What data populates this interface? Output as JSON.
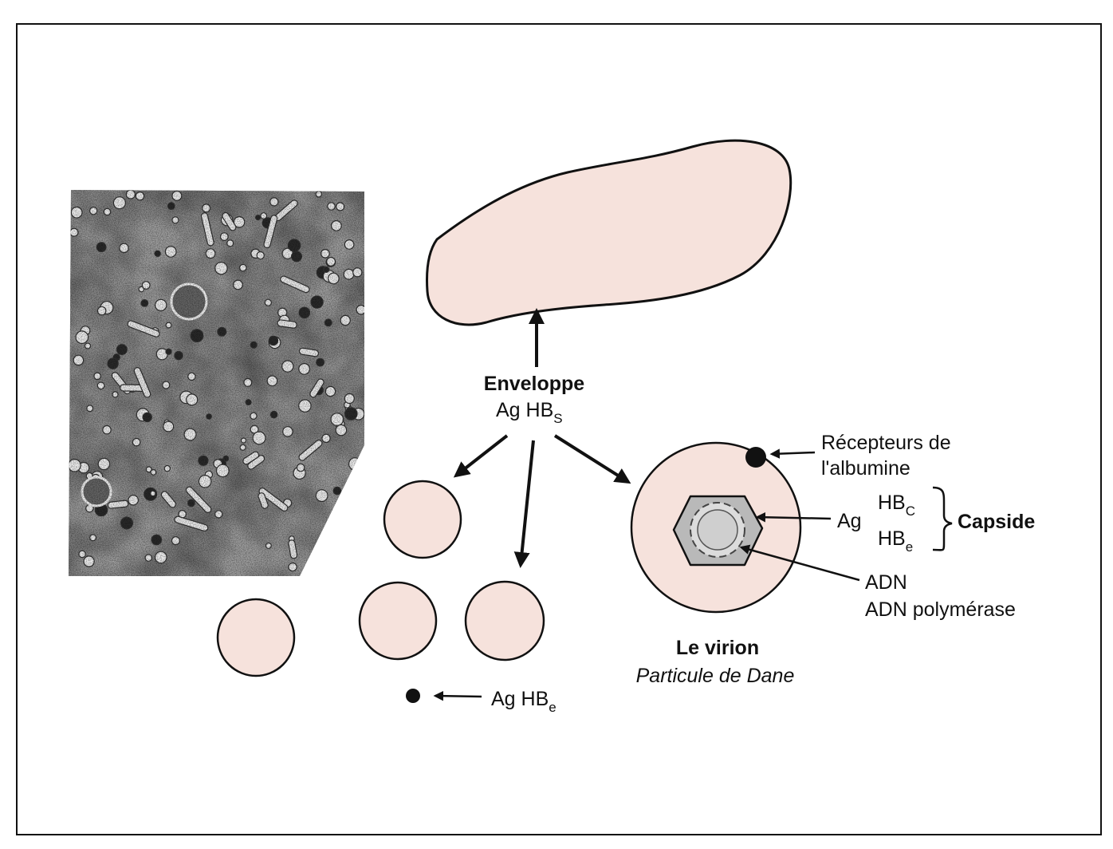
{
  "labels": {
    "enveloppe_title": "Enveloppe",
    "enveloppe_ag_main": "Ag HB",
    "enveloppe_ag_sub": "S",
    "recepteurs_line1": "Récepteurs de",
    "recepteurs_line2": "l'albumine",
    "capsid_ag": "Ag",
    "hbc_main": "HB",
    "hbc_sub": "C",
    "hbe_main": "HB",
    "hbe_sub": "e",
    "capside": "Capside",
    "adn": "ADN",
    "adn_polymerase": "ADN polymérase",
    "virion_title": "Le virion",
    "virion_subtitle": "Particule de Dane",
    "small_particle_ag_main": "Ag HB",
    "small_particle_ag_sub": "e"
  },
  "colors": {
    "particle_fill": "#f6e2dc",
    "stroke": "#111111",
    "capsid_fill": "#b9b9b9",
    "core_fill": "#dadada",
    "micrograph_dark": "#3d3d3d",
    "micrograph_light": "#e9e9e9"
  },
  "icons": {
    "micrograph": "electron-micrograph-image",
    "arrow": "arrow-icon"
  }
}
